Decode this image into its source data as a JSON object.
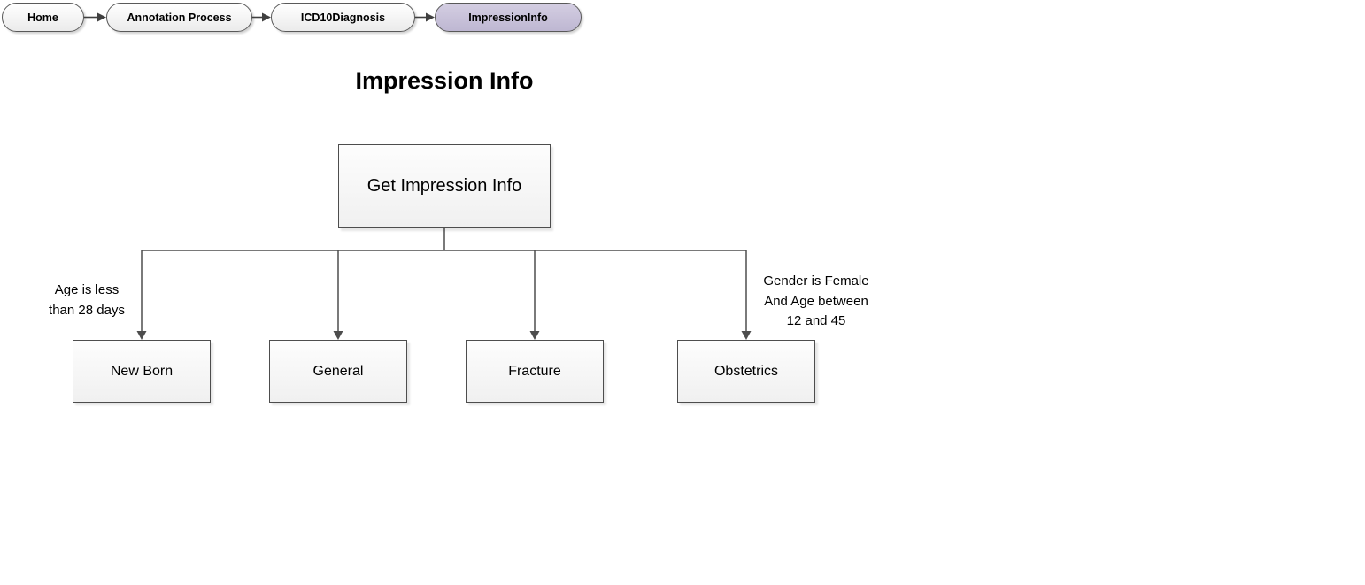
{
  "breadcrumb": {
    "items": [
      {
        "label": "Home"
      },
      {
        "label": "Annotation Process"
      },
      {
        "label": "ICD10Diagnosis"
      },
      {
        "label": "ImpressionInfo"
      }
    ]
  },
  "page": {
    "title": "Impression Info"
  },
  "diagram": {
    "root_label": "Get Impression Info",
    "nodes": [
      {
        "label": "New Born"
      },
      {
        "label": "General"
      },
      {
        "label": "Fracture"
      },
      {
        "label": "Obstetrics"
      }
    ],
    "conditions": {
      "newborn": "Age is less\nthan 28 days",
      "obstetrics": "Gender is Female\nAnd Age between\n12 and 45"
    }
  },
  "colors": {
    "active_pill": "#c9c3da",
    "pill_border": "#595959",
    "node_border": "#4d4d4d",
    "connector": "#4d4d4d"
  }
}
